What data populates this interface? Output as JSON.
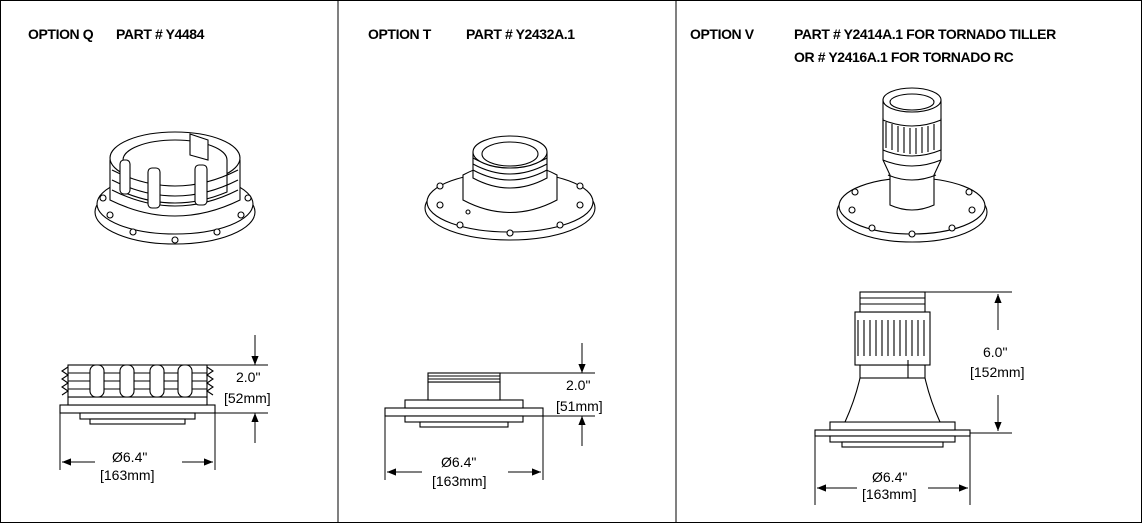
{
  "panels": {
    "q": {
      "option": "OPTION Q",
      "part": "PART # Y4484",
      "height_in": "2.0\"",
      "height_mm": "[52mm]",
      "dia_in": "Ø6.4\"",
      "dia_mm": "[163mm]"
    },
    "t": {
      "option": "OPTION T",
      "part": "PART # Y2432A.1",
      "height_in": "2.0\"",
      "height_mm": "[51mm]",
      "dia_in": "Ø6.4\"",
      "dia_mm": "[163mm]"
    },
    "v": {
      "option": "OPTION V",
      "part_line1": "PART # Y2414A.1  FOR TORNADO TILLER",
      "part_line2": "OR # Y2416A.1  FOR TORNADO RC",
      "height_in": "6.0\"",
      "height_mm": "[152mm]",
      "dia_in": "Ø6.4\"",
      "dia_mm": "[163mm]"
    }
  },
  "icons": [
    "fitting-q-iso-icon",
    "fitting-q-side-icon",
    "fitting-t-iso-icon",
    "fitting-t-side-icon",
    "fitting-v-iso-icon",
    "fitting-v-side-icon"
  ]
}
